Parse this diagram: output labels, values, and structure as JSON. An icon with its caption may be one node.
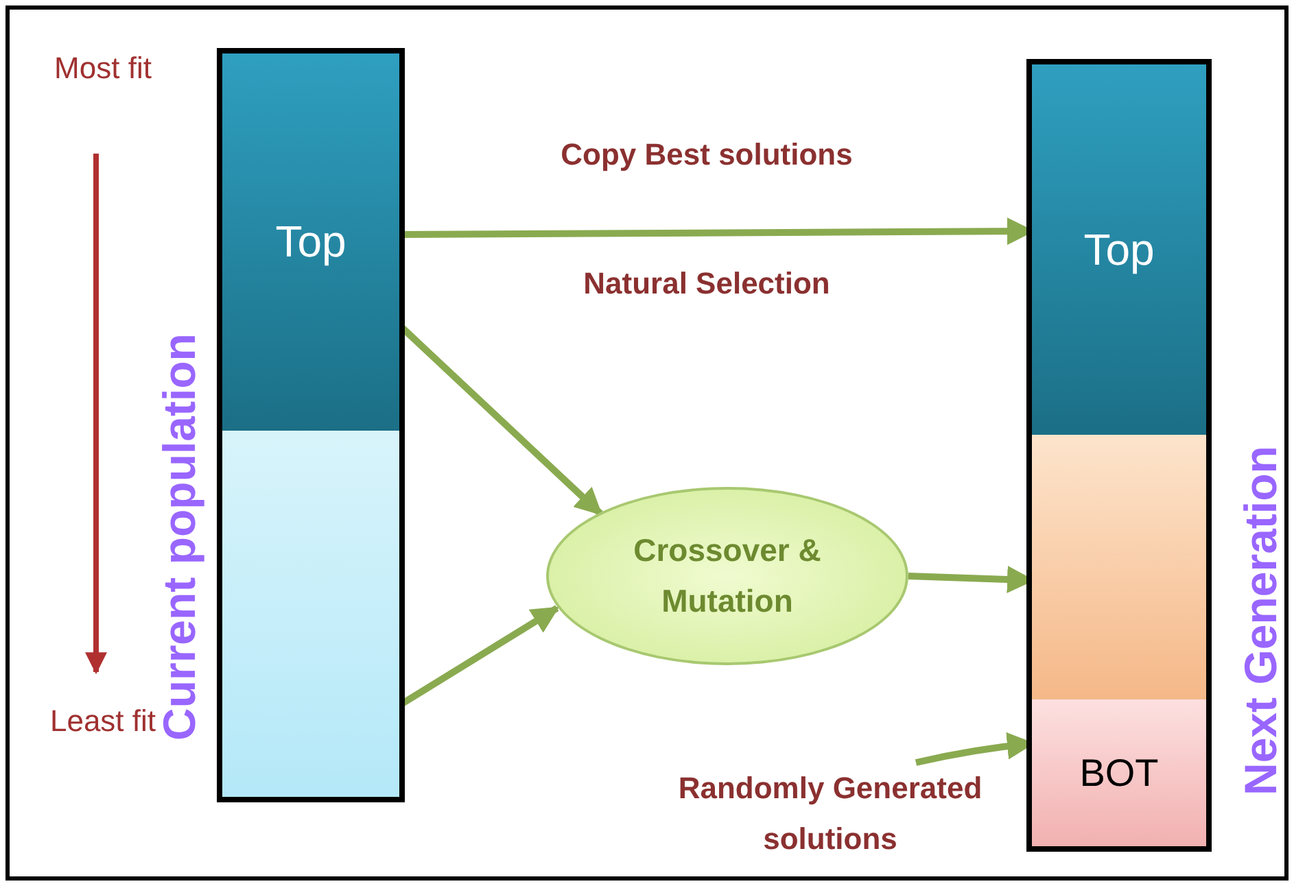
{
  "diagram": {
    "nodes": [
      {
        "text": [],
        "shape": "bar",
        "beside": [
          "Current population"
        ]
      },
      {
        "text": [
          "Top"
        ],
        "in": 0
      },
      {
        "text": [],
        "shape": "box",
        "in": 0
      },
      {
        "text": [
          "Crossover & Mutation"
        ]
      },
      {
        "text": [],
        "shape": "bar",
        "beside": [
          "Next Generation"
        ]
      },
      {
        "text": [
          "Top"
        ],
        "in": 4
      },
      {
        "text": [],
        "shape": "box",
        "in": 4
      },
      {
        "text": [
          "BOT"
        ],
        "in": 4
      },
      {
        "text": [
          "Randomly Generated solutions"
        ]
      }
    ],
    "edges": [
      {
        "from": 1,
        "to": 5,
        "arrow": "to",
        "label": "Copy Best solutions"
      },
      {
        "from": 1,
        "to": 3,
        "arrow": "to"
      },
      {
        "from": 2,
        "to": 3,
        "arrow": "to"
      },
      {
        "from": 3,
        "to": 6,
        "arrow": "to"
      },
      {
        "from": 8,
        "to": 7,
        "arrow": "to"
      }
    ],
    "labels": [
      "Most fit",
      "Natural Selection",
      "Least fit"
    ]
  }
}
